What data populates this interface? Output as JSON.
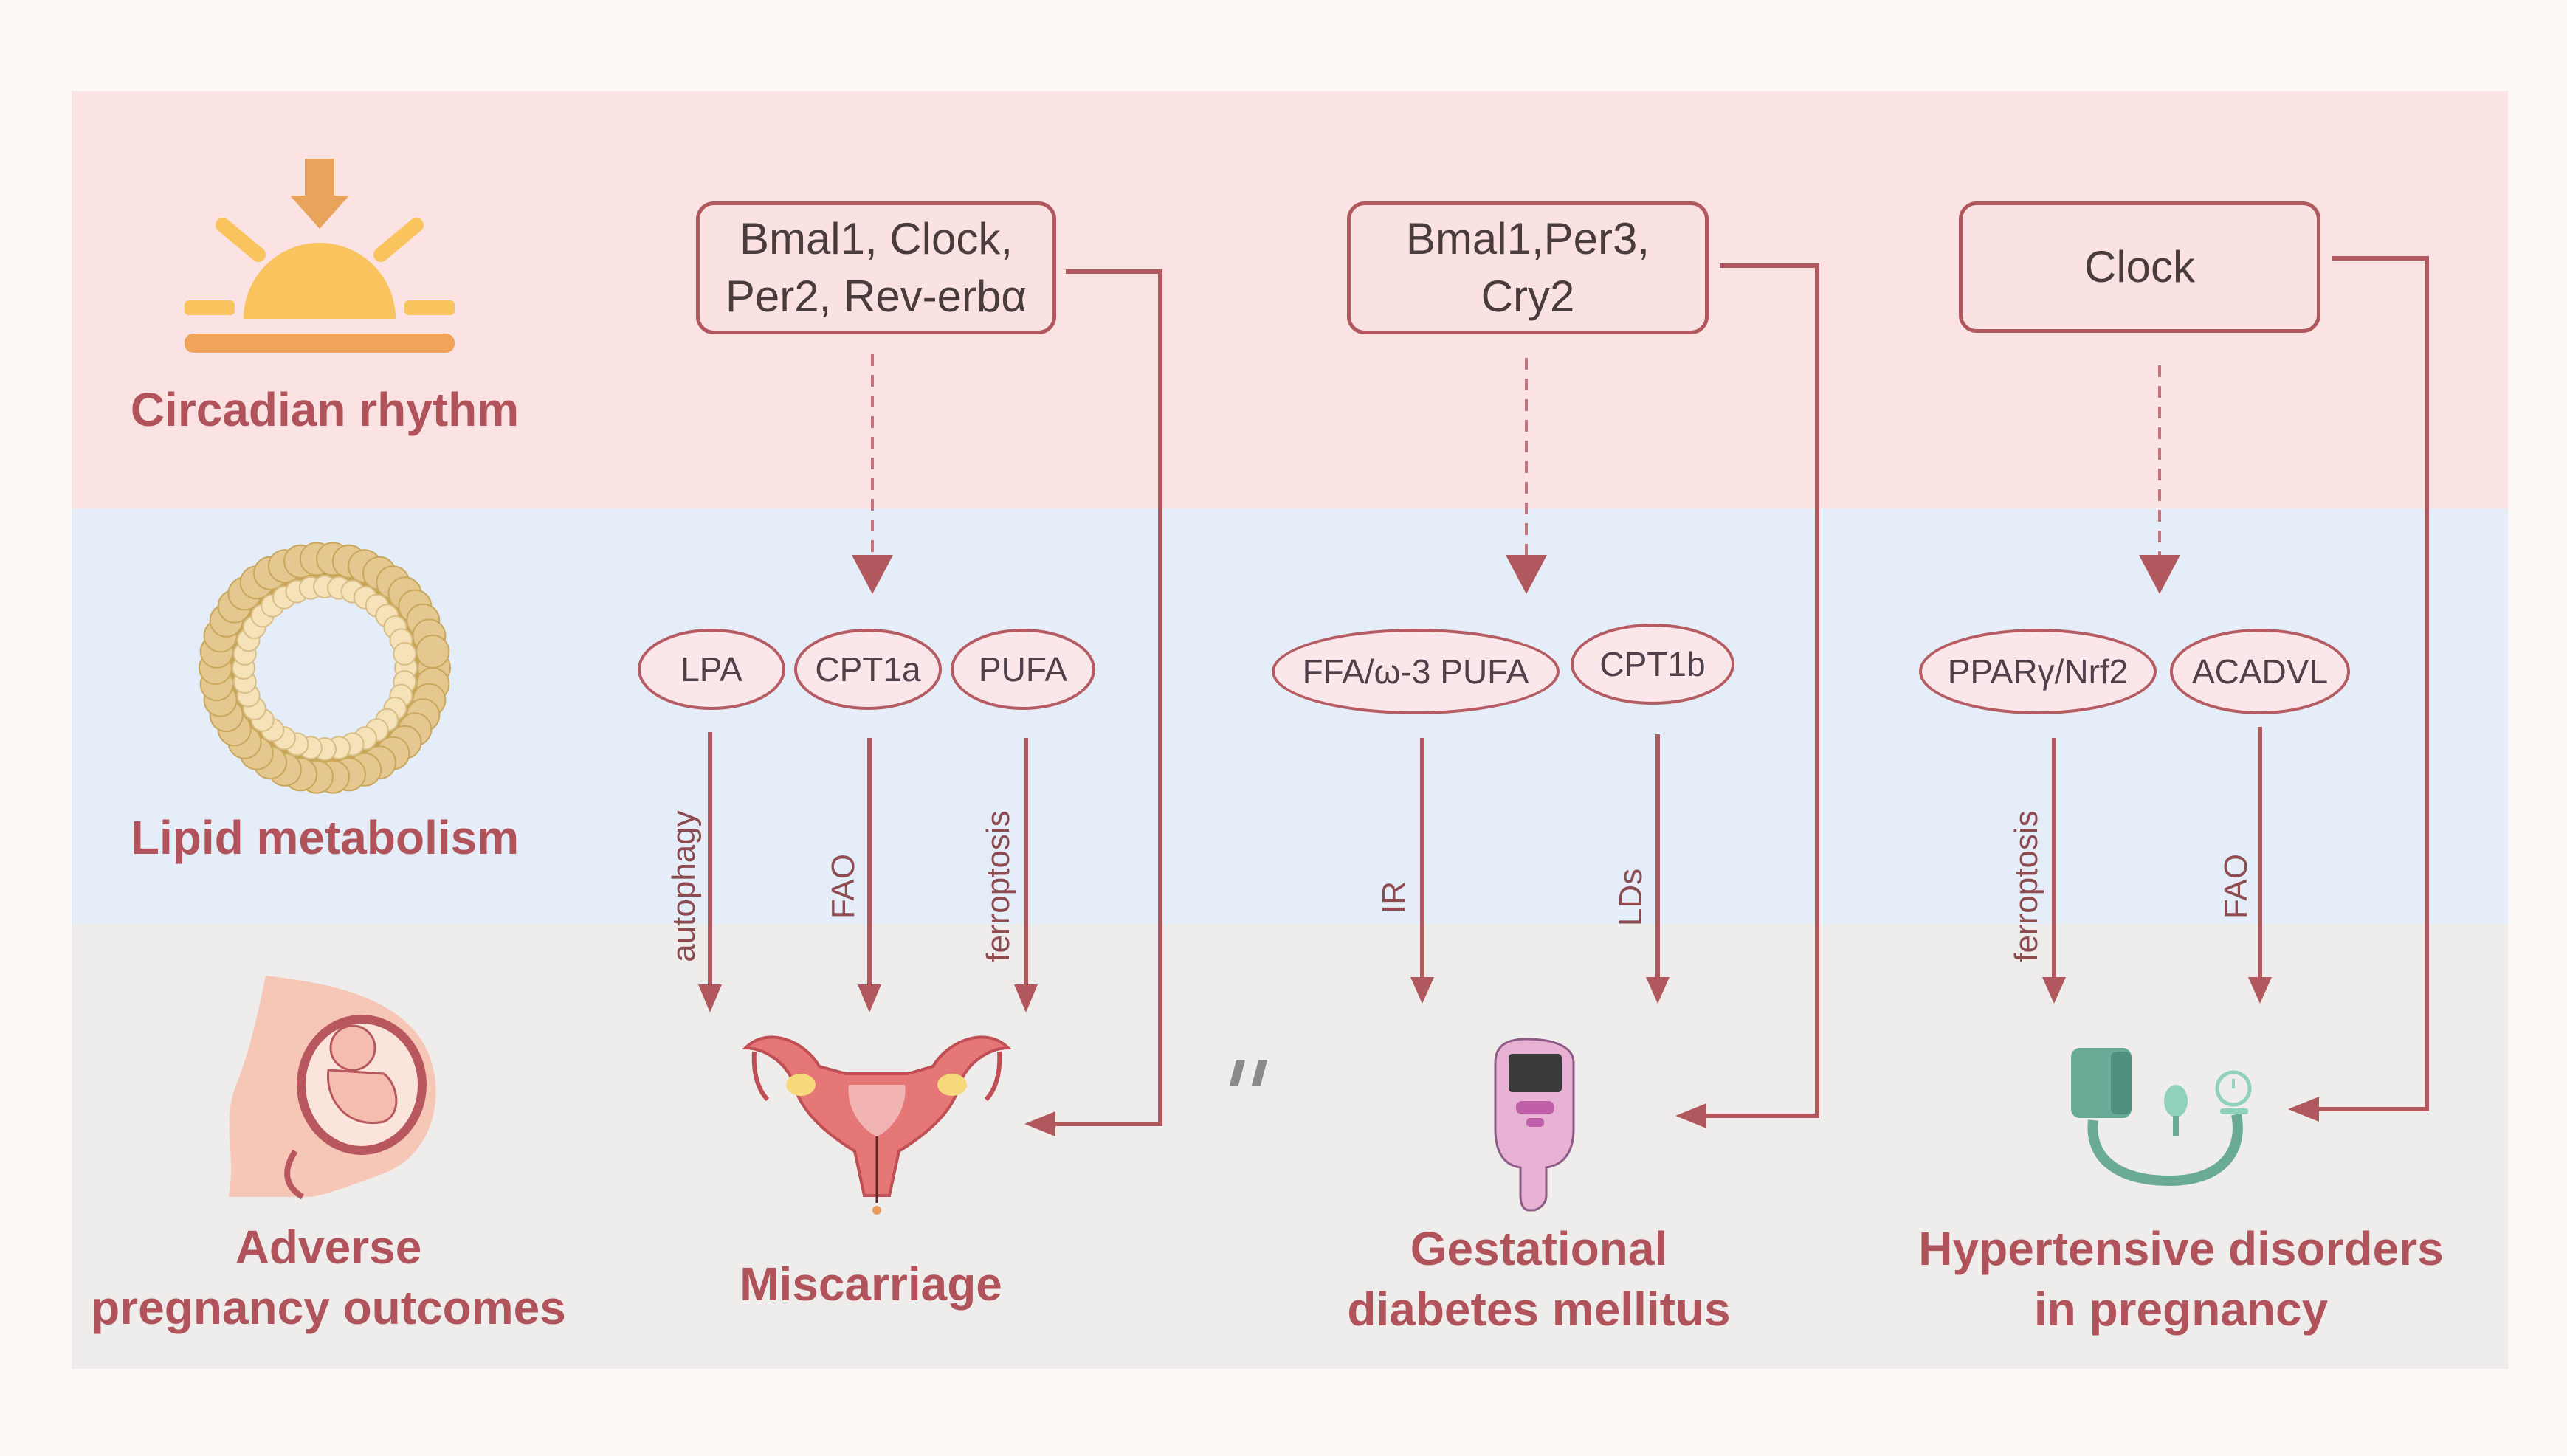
{
  "rows": {
    "circadian": "Circadian rhythm",
    "lipid": "Lipid metabolism",
    "adverse": "Adverse\npregnancy outcomes"
  },
  "columns": [
    {
      "genes": "Bmal1, Clock,\nPer2, Rev-erbα",
      "lipids": [
        "LPA",
        "CPT1a",
        "PUFA"
      ],
      "pathways": [
        "autophagy",
        "FAO",
        "ferroptosis"
      ],
      "outcome": "Miscarriage",
      "icon": "uterus-icon"
    },
    {
      "genes": "Bmal1,Per3,\nCry2",
      "lipids": [
        "FFA/ω-3 PUFA",
        "CPT1b"
      ],
      "pathways": [
        "IR",
        "LDs"
      ],
      "outcome": "Gestational\ndiabetes mellitus",
      "icon": "glucometer-icon"
    },
    {
      "genes": "Clock",
      "lipids": [
        "PPARγ/Nrf2",
        "ACADVL"
      ],
      "pathways": [
        "ferroptosis",
        "FAO"
      ],
      "outcome": "Hypertensive disorders\nin pregnancy",
      "icon": "blood-pressure-monitor-icon"
    }
  ],
  "colors": {
    "band_circadian": "#fce3e3",
    "band_lipid": "#e4edf8",
    "band_adverse": "#efedec",
    "arrow": "#b0585e",
    "label": "#b0535a"
  }
}
